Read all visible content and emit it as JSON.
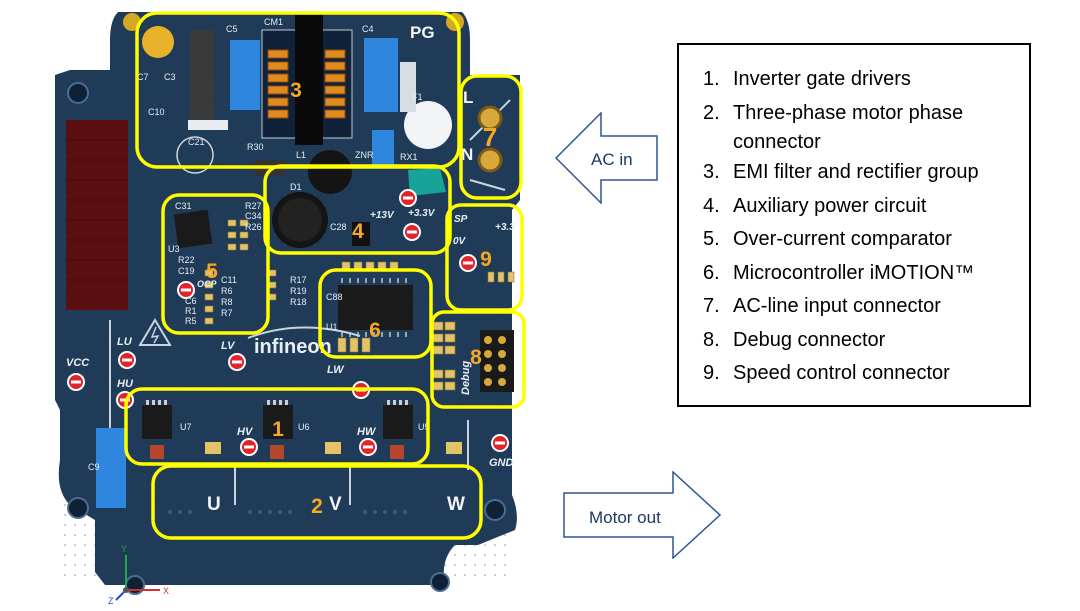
{
  "board": {
    "silkscreen": {
      "pg": "PG",
      "l": "L",
      "n": "N",
      "u": "U",
      "v": "V",
      "w": "W",
      "v13": "+13V",
      "v33": "+3.3V",
      "sp": "SP",
      "zero_v": "0V",
      "plus33": "+3.3",
      "lu": "LU",
      "hu": "HU",
      "lv": "LV",
      "hv": "HV",
      "lw": "LW",
      "hw": "HW",
      "vcc": "VCC",
      "gnd": "GND",
      "ocp": "OCP",
      "debug": "Debug",
      "infineon": "infineon",
      "c5": "C5",
      "cm1": "CM1",
      "c4": "C4",
      "c7": "C7",
      "c3": "C3",
      "c10": "C10",
      "f1": "F1",
      "c21": "C21",
      "r30": "R30",
      "l1": "L1",
      "znr": "ZNR",
      "rx1": "RX1",
      "d1": "D1",
      "c28": "C28",
      "c31": "C31",
      "r27": "R27",
      "c34": "C34",
      "r26": "R26",
      "u3": "U3",
      "r22": "R22",
      "c19": "C19",
      "c6": "C6",
      "r1": "R1",
      "r5": "R5",
      "c11": "C11",
      "r6": "R6",
      "r8": "R8",
      "r7": "R7",
      "r17": "R17",
      "r19": "R19",
      "r18": "R18",
      "c88": "C88",
      "u1": "U1",
      "c9": "C9",
      "u7": "U7",
      "u6": "U6",
      "u5": "U5"
    },
    "group_numbers": [
      "1",
      "2",
      "3",
      "4",
      "5",
      "6",
      "7",
      "8",
      "9"
    ],
    "axes": {
      "y": "Y",
      "x": "X",
      "z": "Z"
    }
  },
  "arrows": {
    "ac_in": "AC in",
    "motor_out": "Motor out"
  },
  "legend": {
    "items": [
      {
        "num": "1.",
        "line1": "Inverter gate drivers",
        "line2": ""
      },
      {
        "num": "2.",
        "line1": "Three-phase motor phase",
        "line2": "connector"
      },
      {
        "num": "3.",
        "line1": "EMI filter and rectifier group",
        "line2": ""
      },
      {
        "num": "4.",
        "line1": "Auxiliary power circuit",
        "line2": ""
      },
      {
        "num": "5.",
        "line1": "Over-current comparator",
        "line2": ""
      },
      {
        "num": "6.",
        "line1": "Microcontroller iMOTION™",
        "line2": ""
      },
      {
        "num": "7.",
        "line1": "AC-line input connector",
        "line2": ""
      },
      {
        "num": "8.",
        "line1": "Debug connector",
        "line2": ""
      },
      {
        "num": "9.",
        "line1": "Speed control connector",
        "line2": ""
      }
    ]
  },
  "colors": {
    "pcb": "#1f3b58",
    "pcb_dark": "#15293f",
    "highlight": "#ffff00",
    "number": "#f7a823",
    "arrow_stroke": "#2f5597",
    "capacitor_blue": "#2e86de",
    "chip": "#1a1a1a",
    "pad": "#d9c280",
    "via_red": "#e0242a"
  }
}
